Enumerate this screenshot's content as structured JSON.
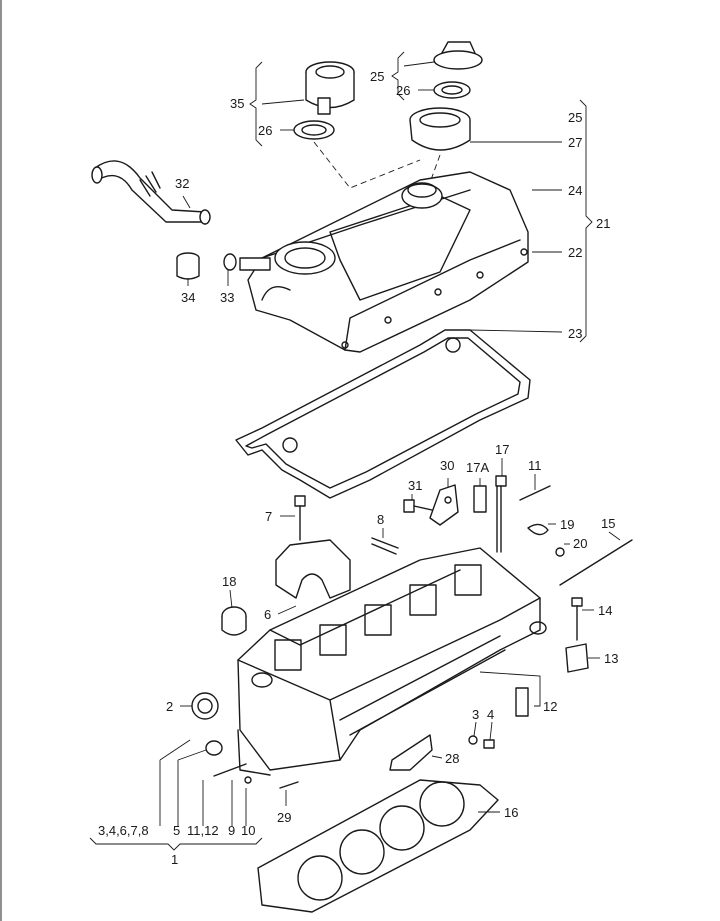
{
  "diagram": {
    "callouts": {
      "c35": "35",
      "c26a": "26",
      "c25a": "25",
      "c26b": "26",
      "c25b": "25",
      "c27": "27",
      "c24": "24",
      "c21": "21",
      "c22": "22",
      "c23": "23",
      "c32": "32",
      "c34": "34",
      "c33": "33",
      "c30": "30",
      "c17a": "17A",
      "c17": "17",
      "c11top": "11",
      "c31": "31",
      "c7": "7",
      "c8": "8",
      "c19": "19",
      "c20": "20",
      "c15": "15",
      "c18": "18",
      "c6": "6",
      "c14": "14",
      "c13": "13",
      "c2": "2",
      "c12top": "12",
      "c3top": "3",
      "c4top": "4",
      "c28": "28",
      "c29": "29",
      "c16": "16",
      "c1": "1"
    },
    "bottom_labels": {
      "group": "3,4,6,7,8",
      "five": "5",
      "pair": "11,12",
      "nine": "9",
      "ten": "10"
    }
  }
}
